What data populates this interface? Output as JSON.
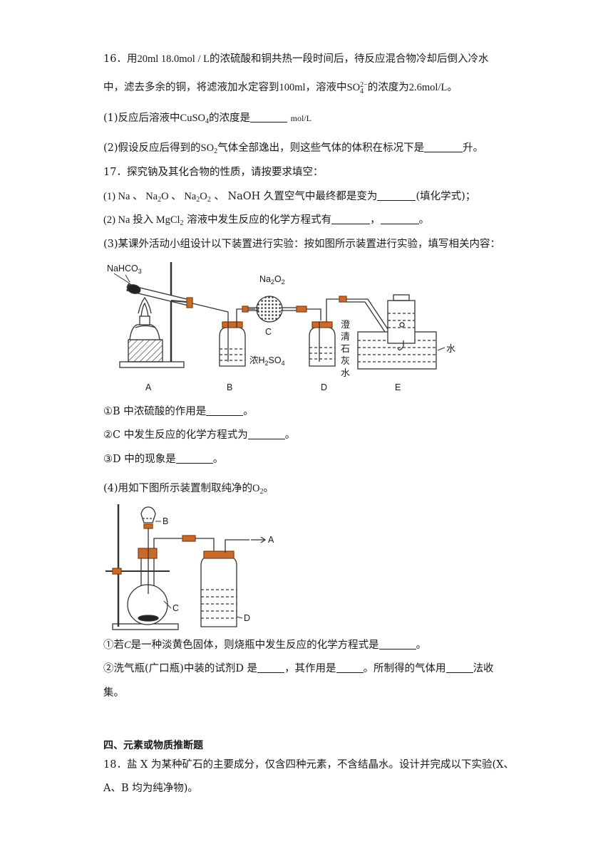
{
  "q16": {
    "line1_a": "16．用",
    "line1_b": "20ml 18.0mol / L",
    "line1_c": "的浓硫酸和铜共热一段时间后，待反应混合物冷却后倒入冷水",
    "line2_a": "中，滤去多余的铜，将滤液加水定容到",
    "line2_b": "100ml",
    "line2_c": "，溶液中",
    "ion_base": "SO",
    "ion_sup": "2−",
    "ion_sub": "4",
    "line2_d": "的浓度为",
    "line2_e": "2.6mol/L",
    "line2_f": "。",
    "p1_a": "(1)反应后溶液中",
    "p1_formula": "CuSO",
    "p1_formula_sub": "4",
    "p1_b": "的浓度是",
    "p1_unit": "mol/L",
    "p2_a": "(2)假设反应后得到的",
    "p2_formula": "SO",
    "p2_formula_sub": "2",
    "p2_b": "气体全部逸出，则这些气体的体积在标况下是",
    "p2_c": "升。"
  },
  "q17": {
    "title": "17．探究钠及其化合物的性质，请按要求填空：",
    "p1_a": "(1) Na 、 Na",
    "p1_s1": "2",
    "p1_b": "O 、 Na",
    "p1_s2": "2",
    "p1_c": "O",
    "p1_s3": "2",
    "p1_d": " 、 NaOH 久置空气中最终都是变为",
    "p1_e": "(填化学式)；",
    "p2_a": "(2) Na 投入 MgCl",
    "p2_s": "2",
    "p2_b": " 溶液中发生反应的化学方程式有",
    "p2_c": "，",
    "p2_d": "。",
    "p3": "(3)某课外活动小组设计以下装置进行实验：按如图所示装置进行实验，填写相关内容：",
    "fig1": {
      "nahco3": "NaHCO",
      "nahco3_sub": "3",
      "na2o2_a": "Na",
      "na2o2_s1": "2",
      "na2o2_b": "O",
      "na2o2_s2": "2",
      "label_c": "C",
      "h2so4_a": "浓H",
      "h2so4_s": "2",
      "h2so4_b": "SO",
      "h2so4_s2": "4",
      "limewater": [
        "澄",
        "清",
        "石",
        "灰",
        "水"
      ],
      "water": "水",
      "labels": [
        "A",
        "B",
        "D",
        "E"
      ]
    },
    "c1_a": "①B 中浓硫酸的作用是",
    "c1_b": "。",
    "c2_a": "②C 中发生反应的化学方程式为",
    "c2_b": "。",
    "c3_a": "③D 中的现象是",
    "c3_b": "。",
    "p4_a": "(4)用如下图所示装置制取纯净的",
    "p4_formula": "O",
    "p4_sub": "2",
    "p4_b": "。",
    "fig2": {
      "b": "B",
      "a": "A",
      "c": "C",
      "d": "D"
    },
    "d1_a": "①若",
    "d1_c": "C",
    "d1_b": "是一种淡黄色固体，则烧瓶中发生反应的化学方程式是",
    "d1_d": "。",
    "d2_a": "②洗气瓶(广口瓶)中装的试剂D 是",
    "d2_b": "，其作用是",
    "d2_c": "。所制得的气体用",
    "d2_d": "法收",
    "d2_e": "集。"
  },
  "section4": {
    "heading": "四、元素或物质推断题",
    "q18_line1": "18．盐 X 为某种矿石的主要成分，仅含四种元素，不含结晶水。设计并完成以下实验(X、",
    "q18_line2": "A、B 均为纯净物)。"
  }
}
